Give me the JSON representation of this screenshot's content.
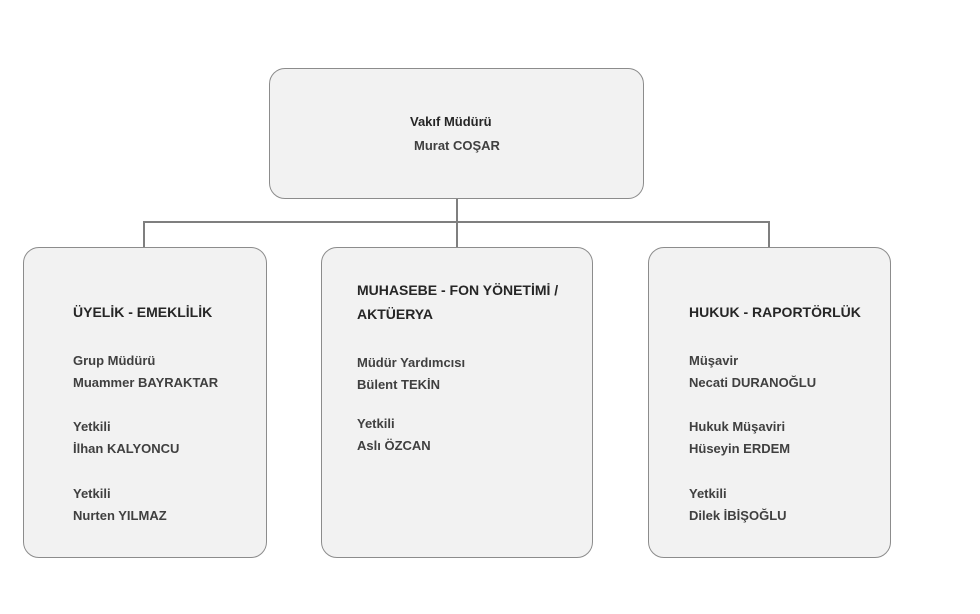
{
  "director": {
    "title": "Vakıf Müdürü",
    "name": "Murat COŞAR"
  },
  "departments": [
    {
      "heading": "ÜYELİK - EMEKLİLİK",
      "members": [
        {
          "role": "Grup Müdürü",
          "name": "Muammer BAYRAKTAR"
        },
        {
          "role": "Yetkili",
          "name": "İlhan KALYONCU"
        },
        {
          "role": "Yetkili",
          "name": "Nurten YILMAZ"
        }
      ]
    },
    {
      "heading_lines": [
        "MUHASEBE - FON YÖNETİMİ /",
        "AKTÜERYA"
      ],
      "members": [
        {
          "role": "Müdür Yardımcısı",
          "name": "Bülent TEKİN"
        },
        {
          "role": "Yetkili",
          "name": "Aslı ÖZCAN"
        }
      ]
    },
    {
      "heading": "HUKUK - RAPORTÖRLÜK",
      "members": [
        {
          "role": "Müşavir",
          "name": "Necati DURANOĞLU"
        },
        {
          "role": "Hukuk Müşaviri",
          "name": "Hüseyin ERDEM"
        },
        {
          "role": "Yetkili",
          "name": "Dilek İBİŞOĞLU"
        }
      ]
    }
  ]
}
